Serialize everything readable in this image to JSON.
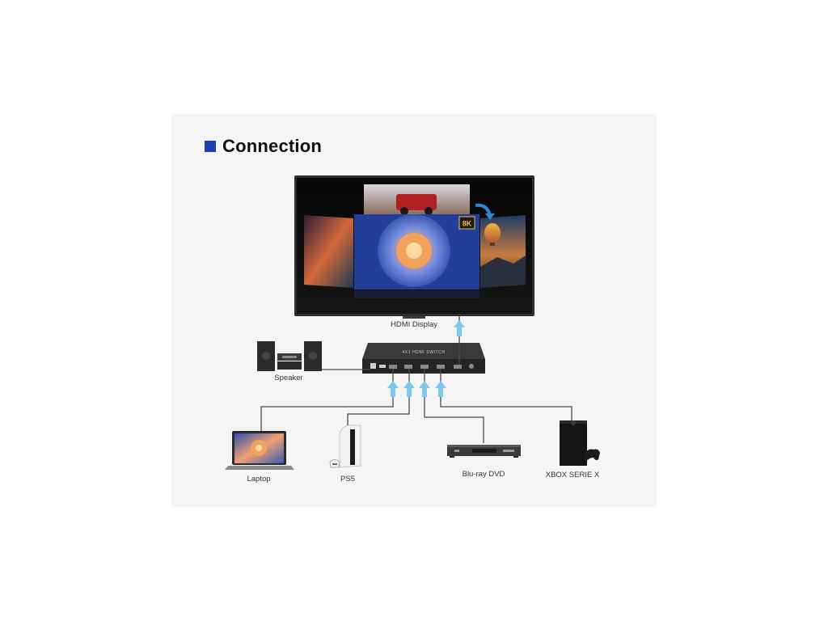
{
  "title": "Connection",
  "colors": {
    "accent_square": "#1f3fae",
    "arrow": "#7ec8ec",
    "cable": "#4a4a4a",
    "device_dark": "#2b2b2b"
  },
  "display": {
    "label": "HDMI Display",
    "badge": "8K"
  },
  "switch": {
    "name_text": "4X1 HDMI SWITCH"
  },
  "devices": {
    "speaker": "Speaker",
    "laptop": "Laptop",
    "ps5": "PS5",
    "bluray": "Blu-ray DVD",
    "xbox": "XBOX SERIE X"
  }
}
